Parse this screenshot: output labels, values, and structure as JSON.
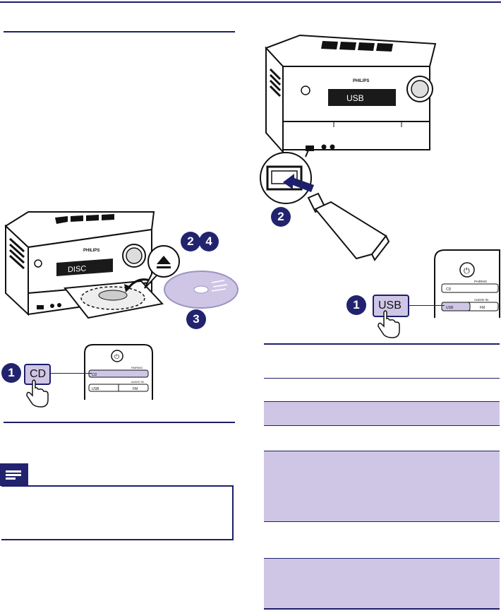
{
  "figure_left": {
    "brand": "PHILIPS",
    "display_text": "DISC",
    "callouts": [
      "1",
      "2",
      "4",
      "3"
    ],
    "remote_button": "CD",
    "remote_keys": {
      "key_a": "CD",
      "key_b": "PAIRING",
      "key_c": "AUDIO IN",
      "key_d": "USB",
      "key_e": "FM"
    }
  },
  "figure_right": {
    "brand": "PHILIPS",
    "display_text": "USB",
    "callouts": [
      "1",
      "2"
    ],
    "remote_button": "USB",
    "remote_keys": {
      "key_a": "CD",
      "key_b": "PAIRING",
      "key_c": "AUDIO IN",
      "key_d": "USB",
      "key_e": "FM"
    }
  },
  "note": {
    "icon": "note-icon"
  },
  "colors": {
    "navy": "#1d1f6b",
    "lavender": "#cfc6e6"
  }
}
